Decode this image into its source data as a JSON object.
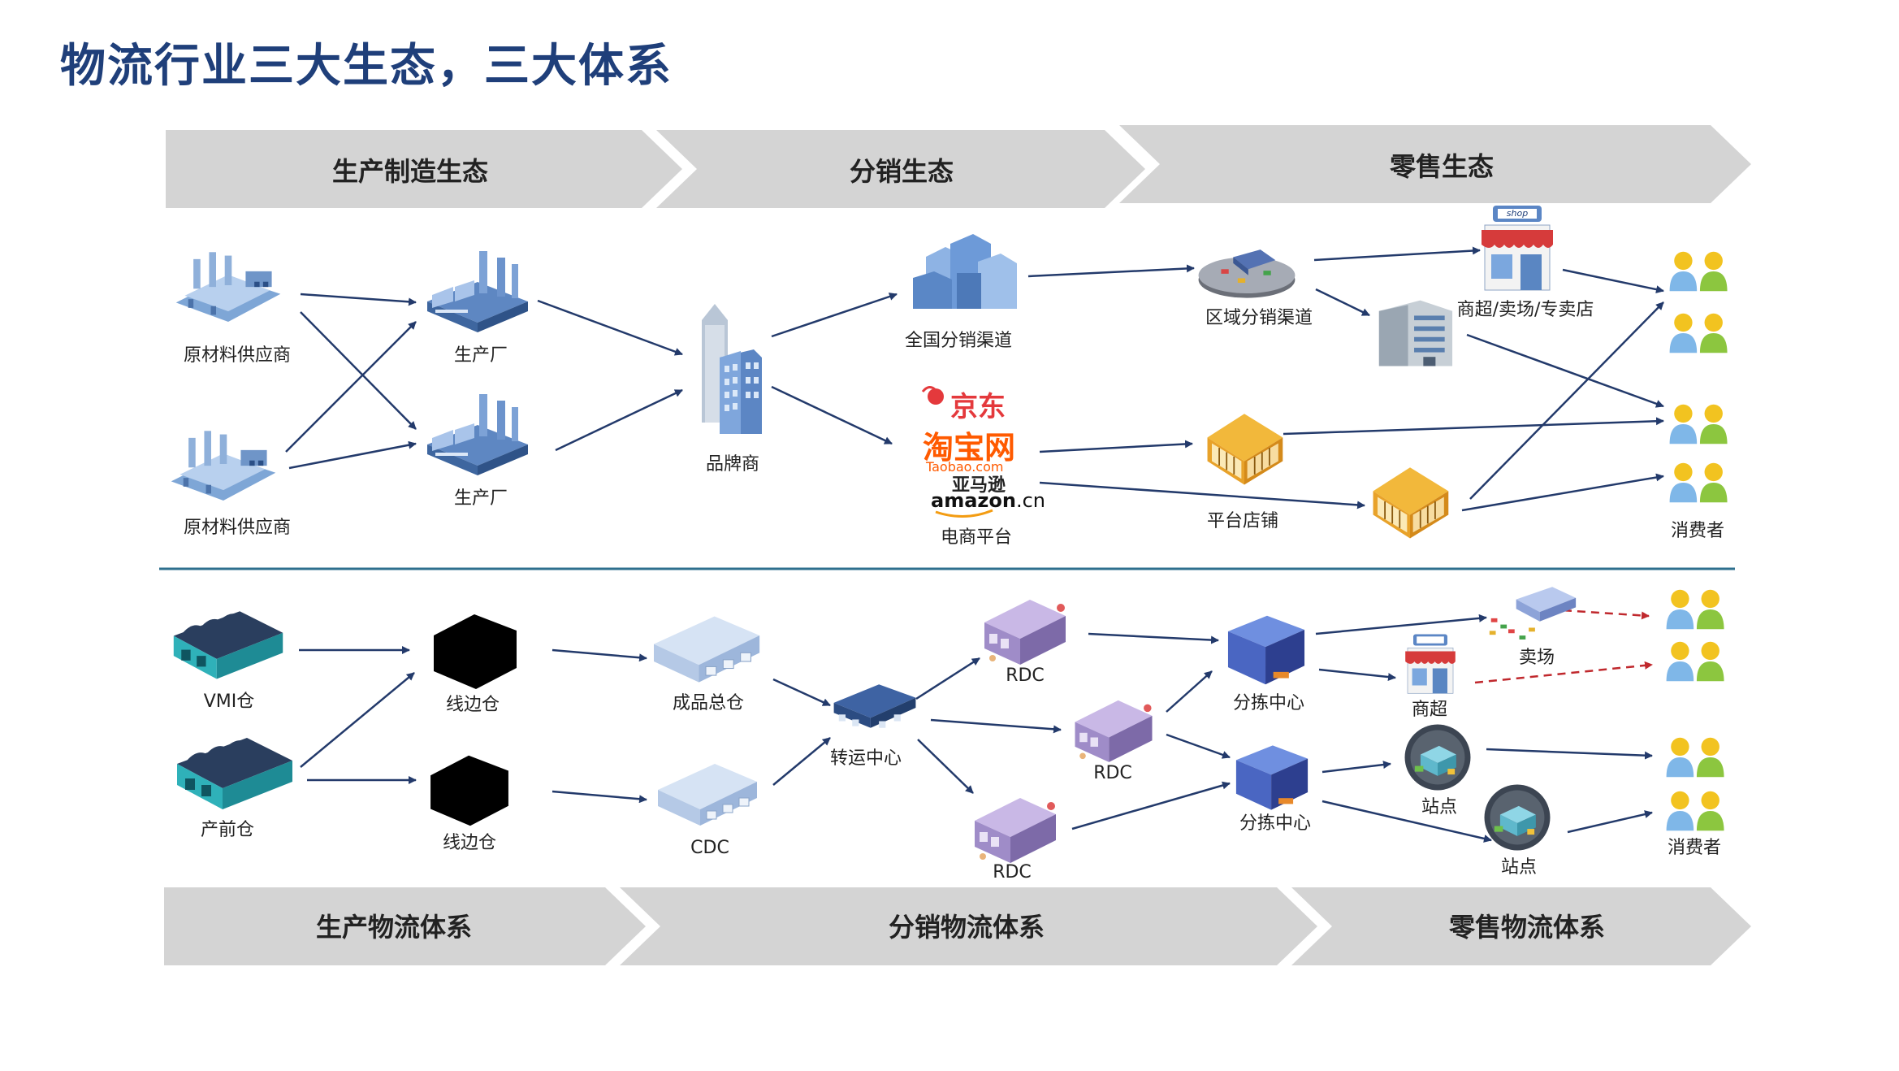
{
  "title": "物流行业三大生态，三大体系",
  "colors": {
    "title": "#1f3f7a",
    "banner": "#d4d4d4",
    "divider": "#2e6f8e",
    "arrow": "#233a6b",
    "dashed_arrow": "#c0282d"
  },
  "ecology_banners": [
    "生产制造生态",
    "分销生态",
    "零售生态"
  ],
  "system_banners": [
    "生产物流体系",
    "分销物流体系",
    "零售物流体系"
  ],
  "ecology_nodes": {
    "supplier_1": "原材料供应商",
    "supplier_2": "原材料供应商",
    "factory_1": "生产厂",
    "factory_2": "生产厂",
    "brand": "品牌商",
    "national_channel": "全国分销渠道",
    "regional_channel": "区域分销渠道",
    "retail_stores": "商超/卖场/专卖店",
    "ecommerce": "电商平台",
    "platform_shop": "平台店铺",
    "consumer": "消费者",
    "logo_jd": "京东",
    "logo_taobao": "淘宝网",
    "logo_taobao_sub": "Taobao.com",
    "logo_amazon_cn": "亚马逊",
    "logo_amazon": "amazon",
    "logo_amazon_suffix": ".cn",
    "shop_sign": "shop"
  },
  "system_nodes": {
    "vmi": "VMI仓",
    "pre_production": "产前仓",
    "line_side_1": "线边仓",
    "line_side_2": "线边仓",
    "finished_goods": "成品总仓",
    "cdc": "CDC",
    "transit": "转运中心",
    "rdc_1": "RDC",
    "rdc_2": "RDC",
    "rdc_3": "RDC",
    "sorting_1": "分拣中心",
    "sorting_2": "分拣中心",
    "mall": "卖场",
    "supermarket": "商超",
    "station_1": "站点",
    "station_2": "站点",
    "consumer": "消费者"
  }
}
